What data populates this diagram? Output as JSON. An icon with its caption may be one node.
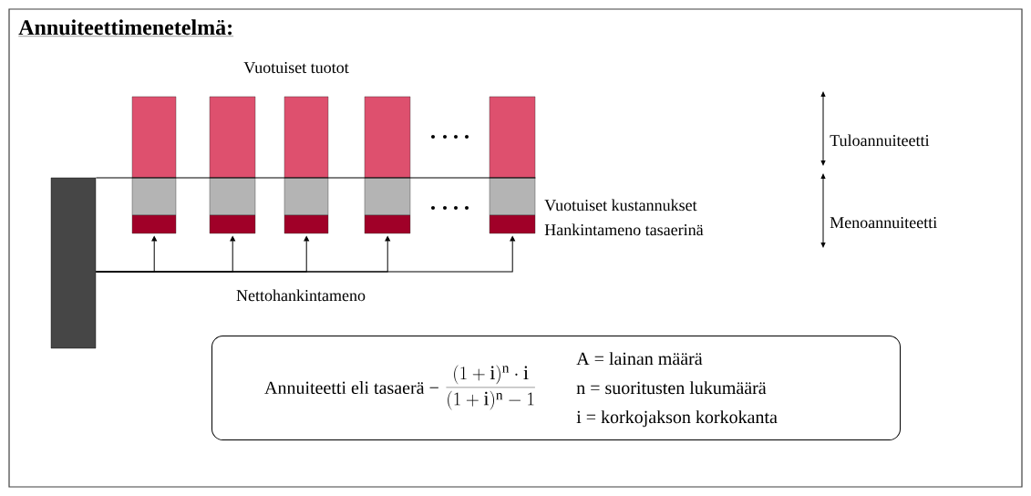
{
  "diagram": {
    "title": "Annuiteettimenetelmä:",
    "nodes": [
      {
        "text": [],
        "shape": "bar"
      },
      {
        "text": [],
        "shape": "bar"
      },
      {
        "text": [],
        "shape": "bar"
      },
      {
        "text": [],
        "shape": "bar"
      },
      {
        "text": [],
        "shape": "bar"
      },
      {
        "text": [],
        "shape": "bar"
      },
      {
        "text": [
          "Annuiteetti eli tasaerä −",
          "\\frac{(1 + \\mathrm{i})^{\\mathrm{n}} \\cdot \\mathrm{i}}{(1 + \\mathrm{i})^{\\mathrm{n}} - 1}",
          "A = lainan määrä",
          "n = suoritusten lukumäärä",
          "i = korkojakson korkokanta"
        ]
      }
    ],
    "edges": [
      {
        "from": 0,
        "to": 5,
        "arrow": "none"
      },
      {
        "from": 0,
        "to": 1,
        "arrow": "to"
      },
      {
        "from": 0,
        "to": 2,
        "arrow": "to"
      },
      {
        "from": 0,
        "to": 3,
        "arrow": "to"
      },
      {
        "from": 0,
        "to": 4,
        "arrow": "to"
      },
      {
        "from": 0,
        "to": 5,
        "arrow": "to"
      }
    ],
    "labels": [
      "Vuotuiset tuotot",
      "Tuloannuiteetti",
      "Vuotuiset kustannukset",
      "Hankintameno tasaerinä",
      "Menoannuiteetti",
      "Nettohankintameno"
    ]
  }
}
